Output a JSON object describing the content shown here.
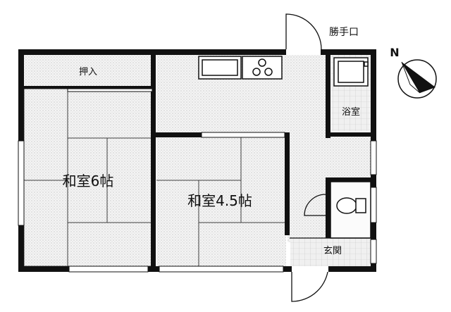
{
  "rooms": {
    "washitsu_6": "和室6帖",
    "washitsu_45": "和室4.5帖",
    "oshiire": "押入",
    "yokushitsu": "浴室",
    "genkan": "玄関",
    "katteguchi": "勝手口"
  },
  "compass": {
    "label": "N"
  },
  "colors": {
    "wall": "#111111",
    "floor_texture": "#cfcfcf",
    "background": "#ffffff"
  }
}
